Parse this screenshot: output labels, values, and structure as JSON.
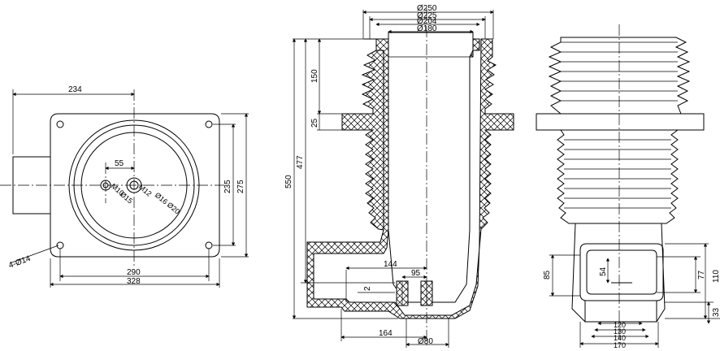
{
  "front_view": {
    "dims": {
      "width_234": "234",
      "hole_spacing_55": "55",
      "height_235": "235",
      "height_275": "275",
      "holes": "4-Ø14",
      "width_290": "290",
      "width_328": "328",
      "d10": "M10",
      "d15": "Ø15",
      "d12": "M12",
      "d16": "Ø16",
      "d20": "Ø20"
    }
  },
  "section_view": {
    "dims": {
      "d250": "Ø250",
      "d225": "Ø225",
      "d204": "Ø204",
      "d180": "Ø180",
      "h150": "150",
      "h25": "25",
      "h477": "477",
      "h550": "550",
      "w144": "144",
      "w95": "95",
      "h2": "2",
      "w164": "164",
      "d80": "Ø80"
    }
  },
  "side_view": {
    "dims": {
      "h85": "85",
      "h54": "54",
      "h77": "77",
      "h110": "110",
      "h33": "33",
      "w120": "120",
      "w130": "130",
      "w140": "140",
      "w170": "170"
    }
  }
}
